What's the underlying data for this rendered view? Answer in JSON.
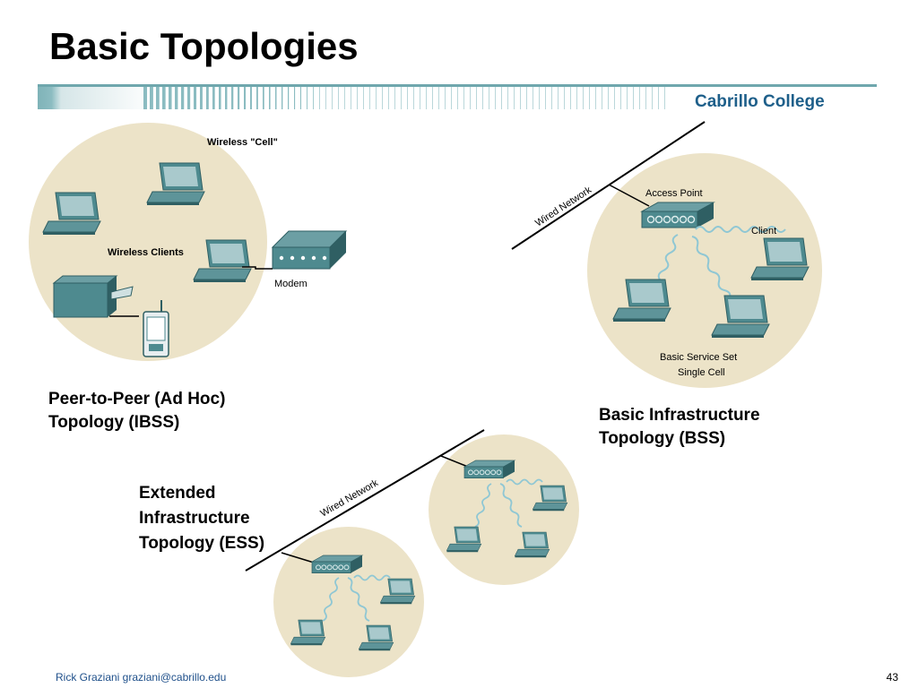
{
  "slide": {
    "title": "Basic Topologies",
    "brand": "Cabrillo College",
    "footer_author": "Rick Graziani  graziani@cabrillo.edu",
    "page_number": "43"
  },
  "ibss": {
    "cell_label": "Wireless \"Cell\"",
    "clients_label": "Wireless Clients",
    "modem_label": "Modem",
    "caption_line1": "Peer-to-Peer (Ad Hoc)",
    "caption_line2": "Topology (IBSS)"
  },
  "bss": {
    "wired_label": "Wired Network",
    "ap_label": "Access Point",
    "client_label": "Client",
    "set_line1": "Basic Service Set",
    "set_line2": "Single Cell",
    "caption_line1": "Basic Infrastructure",
    "caption_line2": "Topology (BSS)"
  },
  "ess": {
    "wired_label": "Wired Network",
    "caption_line1": "Extended",
    "caption_line2": "Infrastructure",
    "caption_line3": "Topology (ESS)"
  },
  "colors": {
    "cell_fill": "#ece3c8",
    "device_teal": "#4e8a8f",
    "device_dark": "#2f5f63",
    "screen": "#a9c9cc",
    "wave": "#8fc7d4",
    "brand": "#1e5f8a"
  }
}
